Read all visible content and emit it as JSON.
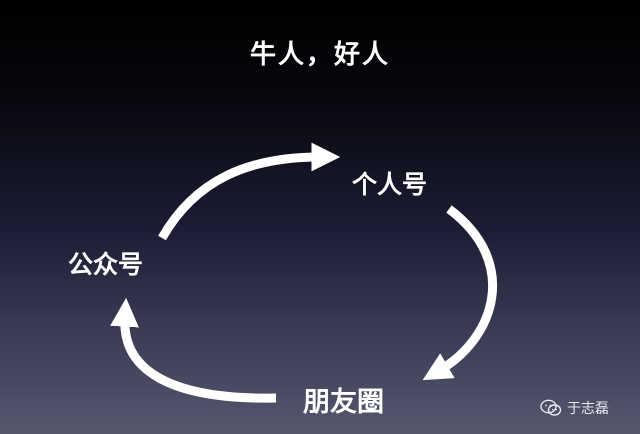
{
  "title": "牛人，好人",
  "nodes": {
    "personal": "个人号",
    "official": "公众号",
    "moments": "朋友圈"
  },
  "watermark": {
    "icon": "wechat-icon",
    "text": "于志磊"
  },
  "colors": {
    "arrow": "#ffffff",
    "text": "#ffffff"
  }
}
